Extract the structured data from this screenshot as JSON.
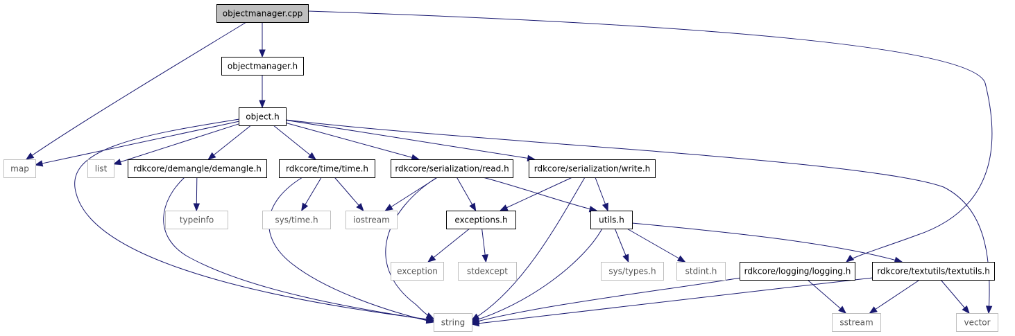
{
  "diagram": {
    "colors": {
      "edge": "#191970",
      "node_border": "#000000",
      "external_border": "#bfbfbf",
      "root_fill": "#bfbfbf",
      "node_fill": "#ffffff"
    },
    "nodes": [
      {
        "id": "objectmanager_cpp",
        "label": "objectmanager.cpp",
        "kind": "root"
      },
      {
        "id": "objectmanager_h",
        "label": "objectmanager.h",
        "kind": "local"
      },
      {
        "id": "object_h",
        "label": "object.h",
        "kind": "local"
      },
      {
        "id": "map",
        "label": "map",
        "kind": "external"
      },
      {
        "id": "list",
        "label": "list",
        "kind": "external"
      },
      {
        "id": "demangle_h",
        "label": "rdkcore/demangle/demangle.h",
        "kind": "local"
      },
      {
        "id": "time_h",
        "label": "rdkcore/time/time.h",
        "kind": "local"
      },
      {
        "id": "read_h",
        "label": "rdkcore/serialization/read.h",
        "kind": "local"
      },
      {
        "id": "write_h",
        "label": "rdkcore/serialization/write.h",
        "kind": "local"
      },
      {
        "id": "typeinfo",
        "label": "typeinfo",
        "kind": "external"
      },
      {
        "id": "sys_time_h",
        "label": "sys/time.h",
        "kind": "external"
      },
      {
        "id": "iostream",
        "label": "iostream",
        "kind": "external"
      },
      {
        "id": "exceptions_h",
        "label": "exceptions.h",
        "kind": "local"
      },
      {
        "id": "utils_h",
        "label": "utils.h",
        "kind": "local"
      },
      {
        "id": "exception",
        "label": "exception",
        "kind": "external"
      },
      {
        "id": "stdexcept",
        "label": "stdexcept",
        "kind": "external"
      },
      {
        "id": "sys_types_h",
        "label": "sys/types.h",
        "kind": "external"
      },
      {
        "id": "stdint_h",
        "label": "stdint.h",
        "kind": "external"
      },
      {
        "id": "logging_h",
        "label": "rdkcore/logging/logging.h",
        "kind": "local"
      },
      {
        "id": "textutils_h",
        "label": "rdkcore/textutils/textutils.h",
        "kind": "local"
      },
      {
        "id": "string",
        "label": "string",
        "kind": "external"
      },
      {
        "id": "sstream",
        "label": "sstream",
        "kind": "external"
      },
      {
        "id": "vector",
        "label": "vector",
        "kind": "external"
      }
    ],
    "edges": [
      {
        "from": "objectmanager_cpp",
        "to": "objectmanager_h"
      },
      {
        "from": "objectmanager_cpp",
        "to": "map"
      },
      {
        "from": "objectmanager_cpp",
        "to": "logging_h"
      },
      {
        "from": "objectmanager_h",
        "to": "object_h"
      },
      {
        "from": "object_h",
        "to": "map"
      },
      {
        "from": "object_h",
        "to": "list"
      },
      {
        "from": "object_h",
        "to": "demangle_h"
      },
      {
        "from": "object_h",
        "to": "time_h"
      },
      {
        "from": "object_h",
        "to": "read_h"
      },
      {
        "from": "object_h",
        "to": "write_h"
      },
      {
        "from": "object_h",
        "to": "string"
      },
      {
        "from": "object_h",
        "to": "vector"
      },
      {
        "from": "demangle_h",
        "to": "typeinfo"
      },
      {
        "from": "demangle_h",
        "to": "string"
      },
      {
        "from": "time_h",
        "to": "sys_time_h"
      },
      {
        "from": "time_h",
        "to": "iostream"
      },
      {
        "from": "time_h",
        "to": "string"
      },
      {
        "from": "read_h",
        "to": "iostream"
      },
      {
        "from": "read_h",
        "to": "exceptions_h"
      },
      {
        "from": "read_h",
        "to": "utils_h"
      },
      {
        "from": "read_h",
        "to": "string"
      },
      {
        "from": "write_h",
        "to": "exceptions_h"
      },
      {
        "from": "write_h",
        "to": "utils_h"
      },
      {
        "from": "write_h",
        "to": "string"
      },
      {
        "from": "exceptions_h",
        "to": "exception"
      },
      {
        "from": "exceptions_h",
        "to": "stdexcept"
      },
      {
        "from": "utils_h",
        "to": "sys_types_h"
      },
      {
        "from": "utils_h",
        "to": "stdint_h"
      },
      {
        "from": "utils_h",
        "to": "textutils_h"
      },
      {
        "from": "utils_h",
        "to": "string"
      },
      {
        "from": "logging_h",
        "to": "sstream"
      },
      {
        "from": "logging_h",
        "to": "string"
      },
      {
        "from": "textutils_h",
        "to": "sstream"
      },
      {
        "from": "textutils_h",
        "to": "vector"
      },
      {
        "from": "textutils_h",
        "to": "string"
      }
    ]
  }
}
